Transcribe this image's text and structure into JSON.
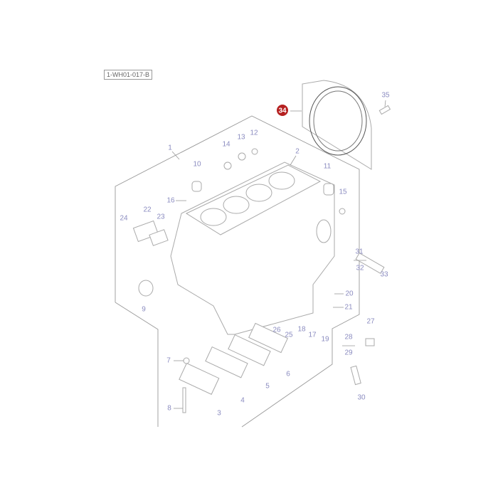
{
  "diagram": {
    "reference_code": "1-WH01-017-B",
    "highlighted_part": "34",
    "colors": {
      "label": "#8b8cc0",
      "highlight": "#b52020",
      "lines": "#999999"
    },
    "callouts": [
      "1",
      "2",
      "3",
      "4",
      "5",
      "6",
      "7",
      "8",
      "9",
      "10",
      "11",
      "12",
      "13",
      "14",
      "15",
      "16",
      "17",
      "18",
      "19",
      "20",
      "21",
      "22",
      "23",
      "24",
      "25",
      "26",
      "27",
      "28",
      "29",
      "30",
      "31",
      "32",
      "33",
      "34",
      "35"
    ]
  }
}
